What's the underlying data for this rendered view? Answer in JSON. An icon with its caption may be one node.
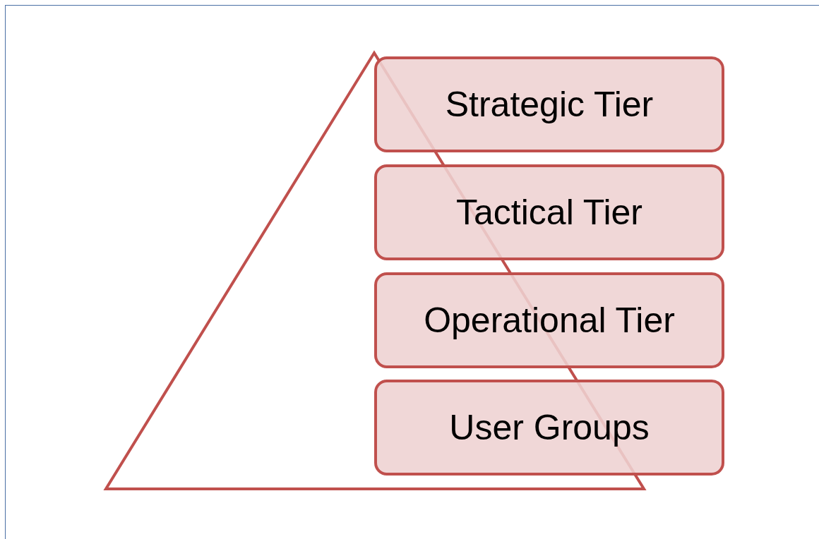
{
  "diagram": {
    "nodes": [
      {
        "text": [
          "Strategic Tier"
        ]
      },
      {
        "text": [
          "Tactical Tier"
        ]
      },
      {
        "text": [
          "Operational Tier"
        ]
      },
      {
        "text": [
          "User Groups"
        ]
      }
    ]
  }
}
